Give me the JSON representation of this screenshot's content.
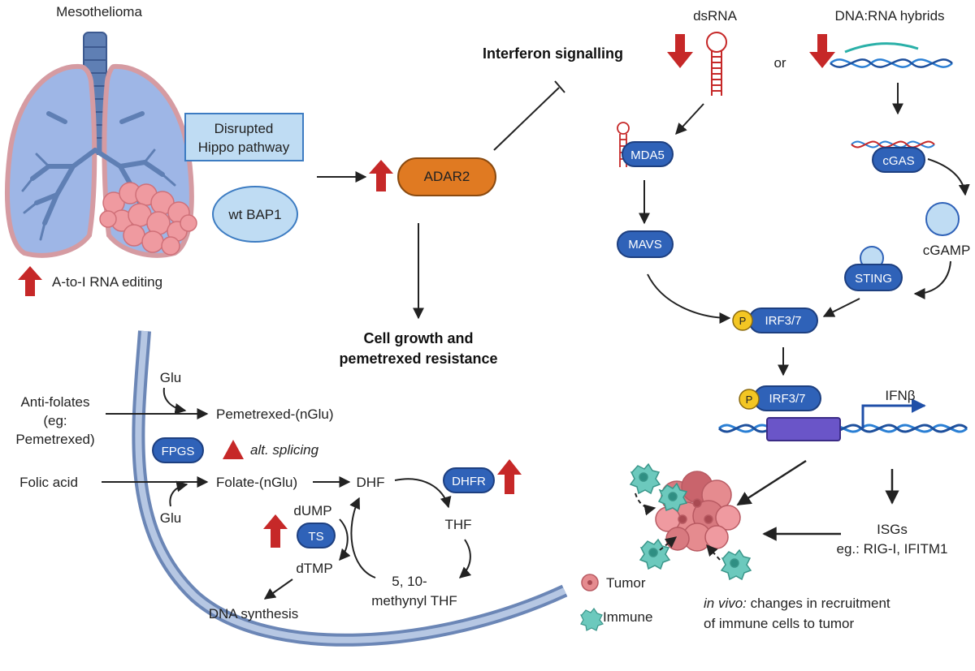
{
  "labels": {
    "mesothelioma": "Mesothelioma",
    "hippo_line1": "Disrupted",
    "hippo_line2": "Hippo pathway",
    "wt_bap1": "wt BAP1",
    "adar2": "ADAR2",
    "atoi": "A-to-I RNA editing",
    "interferon": "Interferon signalling",
    "cell_growth_1": "Cell growth and",
    "cell_growth_2": "pemetrexed resistance",
    "dsrna": "dsRNA",
    "or": "or",
    "dna_rna": "DNA:RNA hybrids",
    "mda5": "MDA5",
    "cgas": "cGAS",
    "cgamp": "cGAMP",
    "mavs": "MAVS",
    "sting": "STING",
    "p": "P",
    "irf": "IRF3/7",
    "ifnb": "IFNβ",
    "isgs_1": "ISGs",
    "isgs_2": "eg.: RIG-I, IFITM1",
    "tumor": "Tumor",
    "immune": "Immune",
    "invivo_italic": "in vivo:",
    "invivo_rest": " changes in recruitment",
    "invivo_2": "of immune cells to tumor",
    "glu": "Glu",
    "antifolates_1": "Anti-folates",
    "antifolates_2": "(eg:",
    "antifolates_3": "Pemetrexed)",
    "pemetrexed_nglu": "Pemetrexed-(nGlu)",
    "fpgs": "FPGS",
    "alt_splicing": "alt. splicing",
    "folic_acid": "Folic acid",
    "folate_nglu": "Folate-(nGlu)",
    "dhf": "DHF",
    "dhfr": "DHFR",
    "thf": "THF",
    "dump": "dUMP",
    "ts": "TS",
    "dtmp": "dTMP",
    "methynyl_1": "5, 10-",
    "methynyl_2": "methynyl THF",
    "dna_synthesis": "DNA synthesis"
  },
  "colors": {
    "pill_blue": "#2f62b8",
    "pill_stroke": "#1d3f80",
    "adar_orange": "#e07a22",
    "up_red": "#c62828",
    "box_blue": "#bfdcf3",
    "phospho": "#f3c623",
    "dna_blue": "#2a7fd4",
    "promoter": "#6a55c8",
    "tumor_pink": "#e58b8f",
    "immune_teal": "#6cc9bd"
  }
}
